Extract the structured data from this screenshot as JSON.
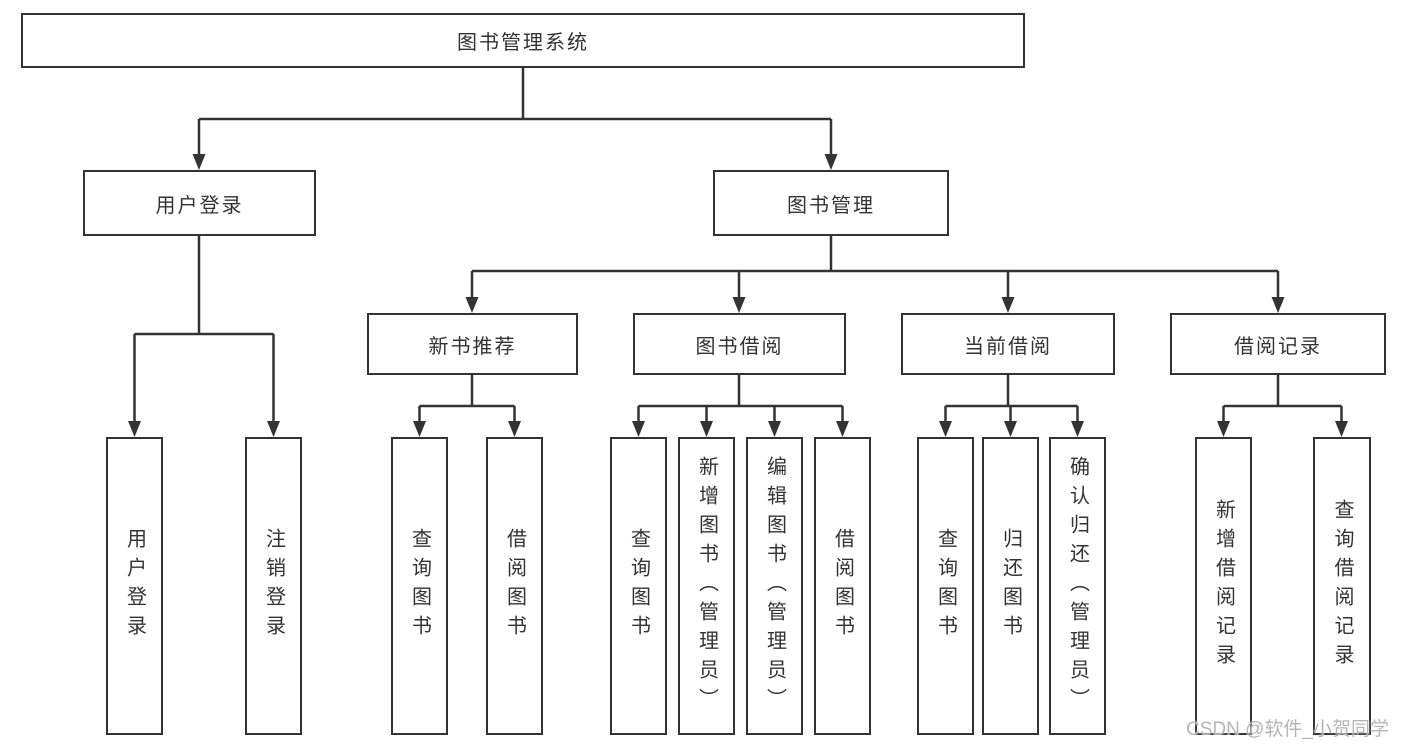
{
  "diagram": {
    "root": {
      "label": "图书管理系统"
    },
    "branches": [
      {
        "label": "用户登录",
        "children": [
          {
            "label": "用户登录"
          },
          {
            "label": "注销登录"
          }
        ]
      },
      {
        "label": "图书管理",
        "children": [
          {
            "label": "新书推荐",
            "children": [
              {
                "label": "查询图书"
              },
              {
                "label": "借阅图书"
              }
            ]
          },
          {
            "label": "图书借阅",
            "children": [
              {
                "label": "查询图书"
              },
              {
                "label": "新增图书（管理员）"
              },
              {
                "label": "编辑图书（管理员）"
              },
              {
                "label": "借阅图书"
              }
            ]
          },
          {
            "label": "当前借阅",
            "children": [
              {
                "label": "查询图书"
              },
              {
                "label": "归还图书"
              },
              {
                "label": "确认归还（管理员）"
              }
            ]
          },
          {
            "label": "借阅记录",
            "children": [
              {
                "label": "新增借阅记录"
              },
              {
                "label": "查询借阅记录"
              }
            ]
          }
        ]
      }
    ]
  },
  "watermark": "CSDN @软件_小贺同学",
  "colors": {
    "line": "#333333",
    "text": "#333333",
    "background": "#ffffff",
    "watermark": "#b5b5b5"
  }
}
